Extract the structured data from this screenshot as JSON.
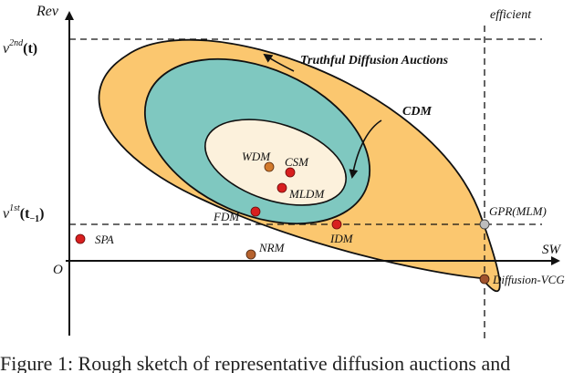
{
  "axes": {
    "y_label": "Rev",
    "x_label": "SW",
    "origin_label": "O",
    "efficient_label": "efficient"
  },
  "levels": {
    "v2nd_main": "v",
    "v2nd_sup": "2nd",
    "v2nd_arg": "(t)",
    "v1st_main": "v",
    "v1st_sup": "1st",
    "v1st_arg_open": "(t",
    "v1st_arg_sub": "−1",
    "v1st_arg_close": ")"
  },
  "regions": {
    "outer": "Truthful Diffusion Auctions",
    "middle": "CDM",
    "colors": {
      "outer": "#FBC76F",
      "middle": "#7FC8C0",
      "inner": "#FCF1DC"
    }
  },
  "points": [
    {
      "label": "WDM",
      "color": "#D27A2C"
    },
    {
      "label": "CSM",
      "color": "#D81F1F"
    },
    {
      "label": "MLDM",
      "color": "#D81F1F"
    },
    {
      "label": "FDM",
      "color": "#D81F1F"
    },
    {
      "label": "IDM",
      "color": "#D81F1F"
    },
    {
      "label": "SPA",
      "color": "#D81F1F"
    },
    {
      "label": "NRM",
      "color": "#B5622E"
    },
    {
      "label": "GPR(MLM)",
      "color": "#BDBDBD"
    },
    {
      "label": "Diffusion-VCG",
      "color": "#A0522D"
    }
  ],
  "caption": "Figure 1: Rough sketch of representative diffusion auctions and"
}
